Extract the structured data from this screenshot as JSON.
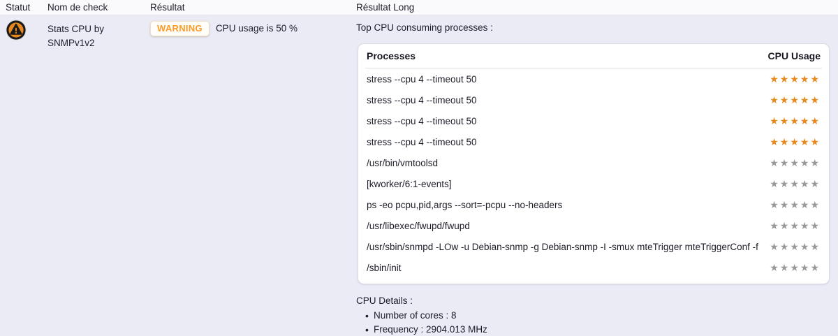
{
  "header": {
    "columns": [
      {
        "label": "Statut"
      },
      {
        "label": "Nom de check"
      },
      {
        "label": "Résultat"
      },
      {
        "label": "Résultat Long"
      }
    ]
  },
  "row": {
    "status": "warning",
    "check_name": "Stats CPU by SNMPv1v2",
    "result": {
      "badge": "WARNING",
      "text": "CPU usage is 50 %"
    },
    "long_result": {
      "intro": "Top CPU consuming processes :",
      "table": {
        "process_column": "Processes",
        "usage_column": "CPU Usage",
        "rows": [
          {
            "process": "stress --cpu 4 --timeout 50",
            "stars": 5,
            "highlighted": true
          },
          {
            "process": "stress --cpu 4 --timeout 50",
            "stars": 5,
            "highlighted": true
          },
          {
            "process": "stress --cpu 4 --timeout 50",
            "stars": 5,
            "highlighted": true
          },
          {
            "process": "stress --cpu 4 --timeout 50",
            "stars": 5,
            "highlighted": true
          },
          {
            "process": "/usr/bin/vmtoolsd",
            "stars": 5,
            "highlighted": false
          },
          {
            "process": "[kworker/6:1-events]",
            "stars": 5,
            "highlighted": false
          },
          {
            "process": "ps -eo pcpu,pid,args --sort=-pcpu --no-headers",
            "stars": 5,
            "highlighted": false
          },
          {
            "process": "/usr/libexec/fwupd/fwupd",
            "stars": 5,
            "highlighted": false
          },
          {
            "process": "/usr/sbin/snmpd -LOw -u Debian-snmp -g Debian-snmp -I -smux mteTrigger mteTriggerConf -f",
            "stars": 5,
            "highlighted": false
          },
          {
            "process": "/sbin/init",
            "stars": 5,
            "highlighted": false
          }
        ]
      },
      "details": {
        "title": "CPU Details :",
        "items": [
          "Number of cores : 8",
          "Frequency : 2904.013 MHz"
        ]
      }
    }
  },
  "icons": {
    "status": "warning-triangle-icon"
  },
  "colors": {
    "page_background": "#EBEBF6",
    "header_background": "#FAFAFC",
    "warning": "#FC9B27",
    "icon_orange": "#E8891D",
    "icon_black": "#1A1A1A",
    "star_active": "#E8891D",
    "star_inactive": "#999999",
    "card_background": "#FFFFFF"
  }
}
